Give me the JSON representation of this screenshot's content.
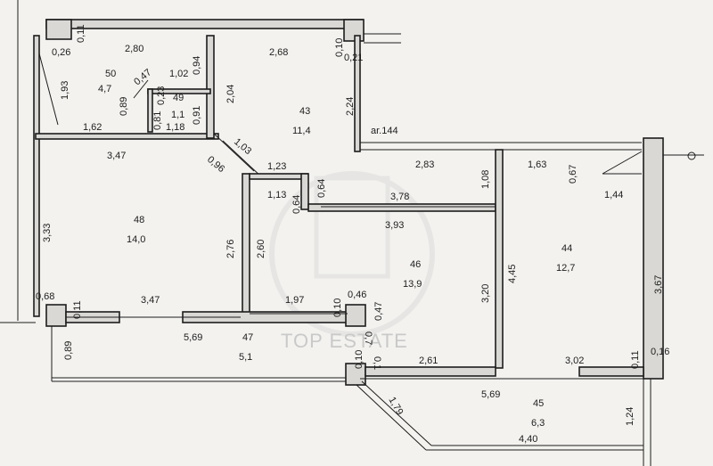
{
  "rooms": [
    {
      "id": "50",
      "area": "4,7"
    },
    {
      "id": "49",
      "area": "1,1"
    },
    {
      "id": "43",
      "area": "11,4"
    },
    {
      "id": "48",
      "area": "14,0"
    },
    {
      "id": "46",
      "area": "13,9"
    },
    {
      "id": "44",
      "area": "12,7"
    },
    {
      "id": "47",
      "area": "5,1"
    },
    {
      "id": "45",
      "area": "6,3"
    }
  ],
  "dims": [
    "0,11",
    "0,26",
    "2,80",
    "2,68",
    "0,10",
    "0,21",
    "1,93",
    "1,02",
    "0,94",
    "0,47",
    "0,23",
    "0,89",
    "0,81",
    "0,91",
    "1,18",
    "1,62",
    "2,04",
    "2,24",
    "ar.144",
    "3,47",
    "1,03",
    "0,96",
    "1,23",
    "0,64",
    "1,13",
    "0,64",
    "3,78",
    "3,93",
    "2,83",
    "1,08",
    "1,63",
    "0,67",
    "1,44",
    "3,33",
    "2,76",
    "2,60",
    "4,45",
    "3,20",
    "3,67",
    "0,68",
    "0,11",
    "3,47",
    "1,97",
    "0,10",
    "0,46",
    "0,47",
    "5,69",
    "0,7",
    "0,10",
    "0,1",
    "2,61",
    "3,02",
    "0,11",
    "0,16",
    "0,89",
    "1,79",
    "5,69",
    "1,24",
    "4,40"
  ],
  "watermark": "TOP ESTATE"
}
